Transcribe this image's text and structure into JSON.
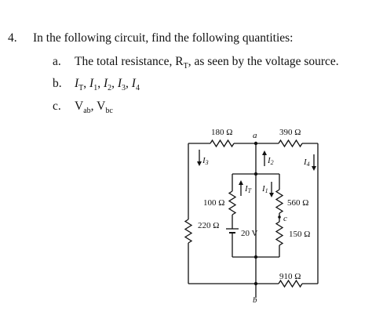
{
  "question": {
    "number": "4.",
    "prompt": "In the following circuit, find the following quantities:",
    "parts": [
      {
        "letter": "a.",
        "text_pre": "The total resistance, R",
        "sub": "T",
        "text_post": ", as seen by the voltage source."
      },
      {
        "letter": "b.",
        "text": "I_T, I_1, I_2, I_3, I_4"
      },
      {
        "letter": "c.",
        "text": "V_ab, V_bc"
      }
    ]
  },
  "circuit": {
    "resistors": {
      "r180": "180 Ω",
      "r390": "390 Ω",
      "r100": "100 Ω",
      "r560": "560 Ω",
      "r220": "220 Ω",
      "r150": "150 Ω",
      "r910": "910 Ω"
    },
    "source": "20 V",
    "nodes": {
      "a": "a",
      "b": "b",
      "c": "c"
    },
    "currents": {
      "I3": "I3",
      "I2": "I2",
      "I4": "I4",
      "IT": "IT",
      "I1": "I1"
    }
  }
}
